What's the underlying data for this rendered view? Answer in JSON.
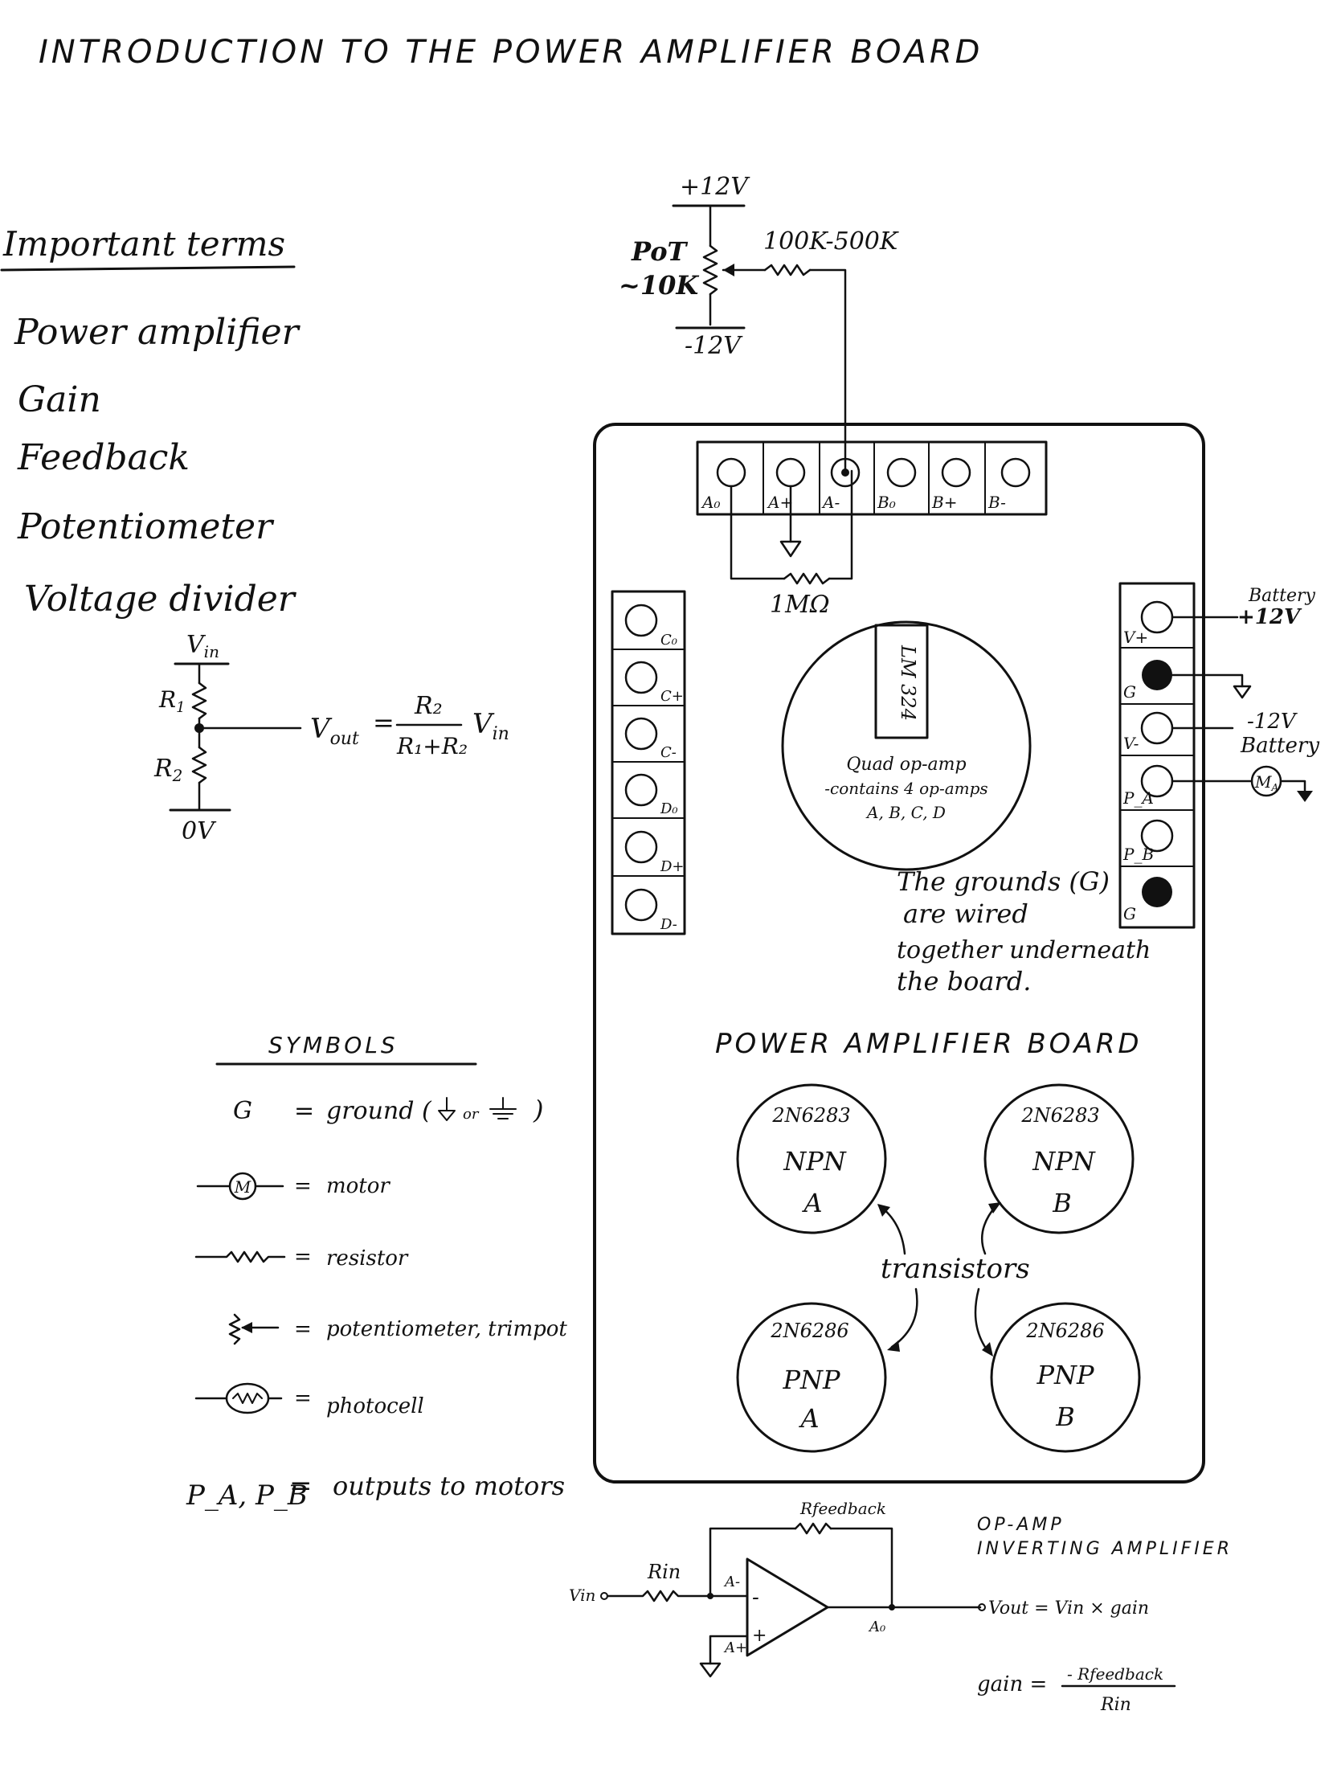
{
  "title": "INTRODUCTION TO THE POWER AMPLIFIER BOARD",
  "terms": {
    "heading": "Important terms",
    "items": [
      "Power amplifier",
      "Gain",
      "Feedback",
      "Potentiometer",
      "Voltage divider"
    ]
  },
  "divider": {
    "vin": "V",
    "vin_sub": "in",
    "r1": "R",
    "r1_sub": "1",
    "r2": "R",
    "r2_sub": "2",
    "zero": "0V",
    "formula_lhs": "V",
    "formula_lhs_sub": "out",
    "equals": "=",
    "formula_num": "R₂",
    "formula_den": "R₁+R₂",
    "formula_rhs": "V",
    "formula_rhs_sub": "in"
  },
  "pot": {
    "plus": "+12V",
    "minus": "-12V",
    "name": "PoT",
    "value": "~10K",
    "resistor": "100K-500K",
    "feedback": "1MΩ"
  },
  "board": {
    "title": "POWER AMPLIFIER BOARD",
    "top_terminals": [
      "A₀",
      "A+",
      "A-",
      "B₀",
      "B+",
      "B-"
    ],
    "left_terminals": [
      "C₀",
      "C+",
      "C-",
      "D₀",
      "D+",
      "D-"
    ],
    "right_terminals": [
      "V+",
      "G",
      "V-",
      "P_A",
      "P_B",
      "G"
    ],
    "chip": "LM 324",
    "chip_desc": [
      "Quad op-amp",
      "-contains 4 op-amps",
      "A, B, C, D"
    ],
    "ground_note": [
      "The grounds (G)",
      "are wired",
      "together underneath",
      "the board."
    ],
    "battery_plus": [
      "Battery",
      "+12V"
    ],
    "battery_minus": [
      "-12V",
      "Battery"
    ],
    "motor": "M",
    "motor_sub": "A",
    "transistor_label": "transistors",
    "transistors": [
      {
        "part": "2N6283",
        "type": "NPN",
        "letter": "A"
      },
      {
        "part": "2N6283",
        "type": "NPN",
        "letter": "B"
      },
      {
        "part": "2N6286",
        "type": "PNP",
        "letter": "A"
      },
      {
        "part": "2N6286",
        "type": "PNP",
        "letter": "B"
      }
    ]
  },
  "symbols": {
    "heading": "SYMBOLS",
    "rows": [
      {
        "key": "G",
        "eq": "=",
        "desc": "ground ("
      },
      {
        "key": "M",
        "eq": "=",
        "desc": "motor"
      },
      {
        "key": "",
        "eq": "=",
        "desc": "resistor"
      },
      {
        "key": "",
        "eq": "=",
        "desc": "potentiometer, trimpot"
      },
      {
        "key": "",
        "eq": "=",
        "desc": "photocell"
      },
      {
        "key": "P_A, P_B",
        "eq": "=",
        "desc": "outputs to motors"
      }
    ],
    "ground_or": "or"
  },
  "opamp": {
    "title": [
      "OP-AMP",
      "INVERTING AMPLIFIER"
    ],
    "vin": "Vin",
    "rin": "Rin",
    "rfeedback": "Rfeedback",
    "aminus": "A-",
    "aplus": "A+",
    "minus_sign": "-",
    "plus_sign": "+",
    "ao": "A₀",
    "vout_eq": "Vout = Vin × gain",
    "gain_lhs": "gain =",
    "gain_num": "- Rfeedback",
    "gain_den": "Rin"
  }
}
